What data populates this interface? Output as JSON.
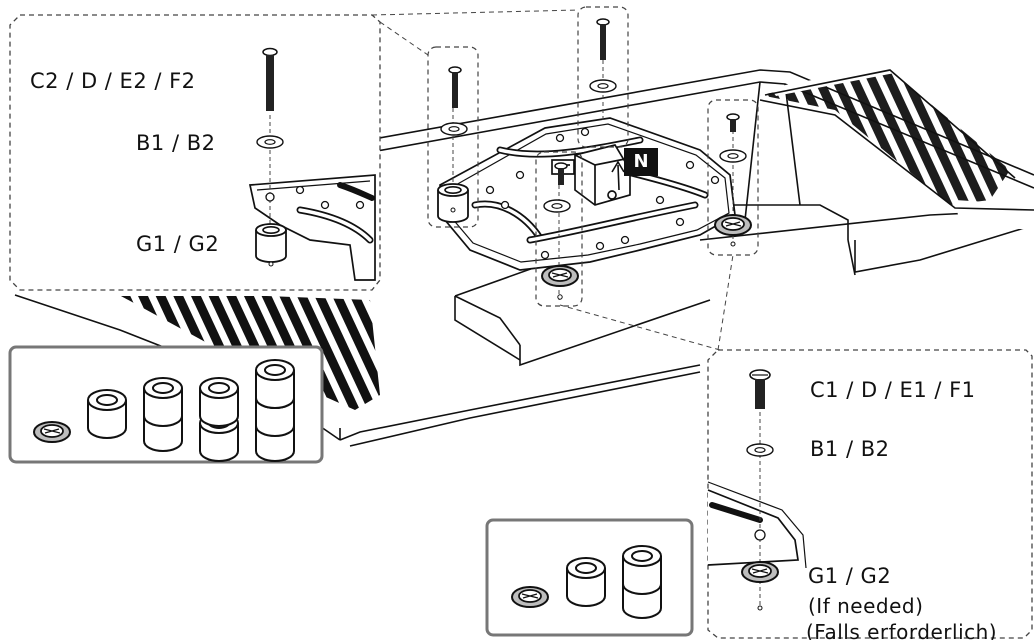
{
  "labels": {
    "top_screw": "C2 / D / E2 / F2",
    "top_washer": "B1 / B2",
    "top_spacer": "G1 / G2",
    "right_screw": "C1 / D / E1 / F1",
    "right_washer": "B1 / B2",
    "right_spacer": "G1 / G2",
    "right_note_en": "(If needed)",
    "right_note_de": "(Falls erforderlich)"
  },
  "plate_badge": "N",
  "colors": {
    "line": "#111111",
    "panel_border": "#777777",
    "dashed": "#444444",
    "part_fill": "#e0e0e0"
  }
}
